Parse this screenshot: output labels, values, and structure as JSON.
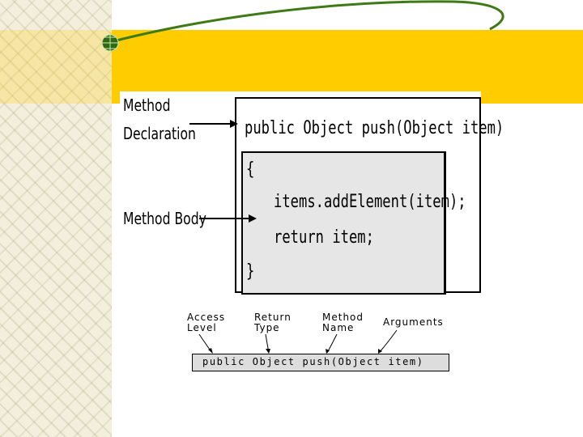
{
  "top_diagram": {
    "label_declaration": [
      "Method",
      "Declaration"
    ],
    "label_body": "Method Body",
    "declaration": "public Object push(Object item)",
    "body_lines": [
      "{",
      "items.addElement(item);",
      "return item;",
      "}"
    ]
  },
  "bottom_diagram": {
    "labels": {
      "access": [
        "Access",
        "Level"
      ],
      "return": [
        "Return",
        "Type"
      ],
      "method": [
        "Method",
        "Name"
      ],
      "arguments": "Arguments"
    },
    "signature": "public Object push(Object item)"
  },
  "colors": {
    "band": "#ffcc00",
    "curve": "#3f7a16",
    "body_fill": "#e6e6e6"
  }
}
